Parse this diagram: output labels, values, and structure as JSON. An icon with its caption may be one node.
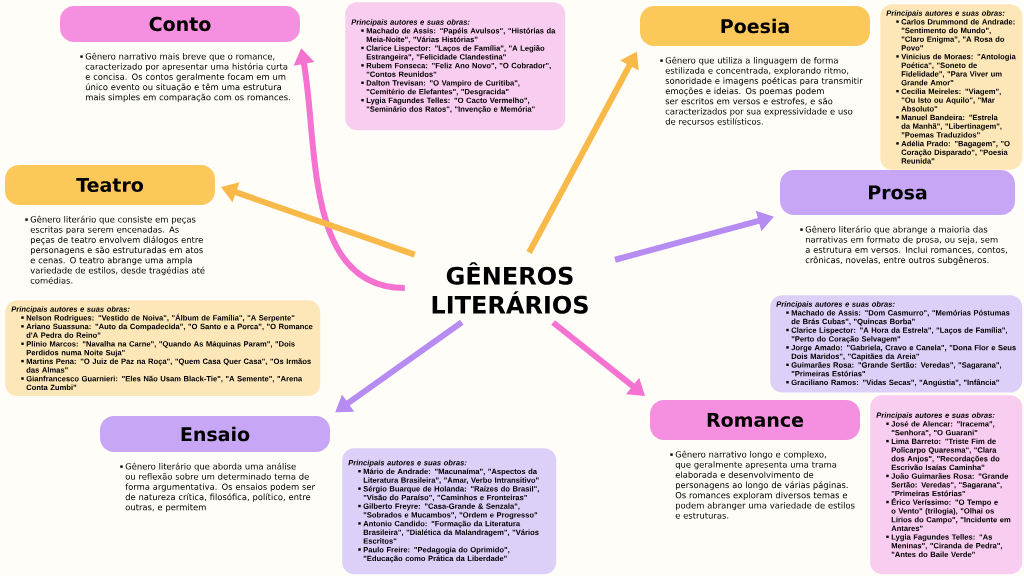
{
  "diagram": {
    "nodes": [
      {
        "text": [
          "Conto"
        ],
        "beside": [
          "Gênero narrativo mais breve que o romance, caracterizado por apresentar uma história curta e concisa. Os contos geralmente focam em um único evento ou situação e têm uma estrutura mais simples em comparação com os romances."
        ]
      },
      {
        "text": [
          "Principais autores e suas obras:",
          "Machado de Assis: \"Papéis Avulsos\", \"Histórias da Meia-Noite\", \"Várias Histórias\"",
          "Clarice Lispector: \"Laços de Família\", \"A Legião Estrangeira\", \"Felicidade Clandestina\"",
          "Rubem Fonseca: \"Feliz Ano Novo\", \"O Cobrador\", \"Contos Reunidos\"",
          "Dalton Trevisan: \"O Vampiro de Curitiba\", \"Cemitério de Elefantes\", \"Desgracida\"",
          "Lygia Fagundes Telles: \"O Cacto Vermelho\", \"Seminário dos Ratos\", \"Invenção e Memória\""
        ]
      },
      {
        "text": [
          "Poesia"
        ],
        "beside": [
          "Gênero que utiliza a linguagem de forma estilizada e concentrada, explorando ritmo, sonoridade e imagens poéticas para transmitir emoções e ideias. Os poemas podem ser escritos em versos e estrofes, e são caracterizados por sua expressividade e uso de recursos estilísticos."
        ]
      },
      {
        "text": [
          "Principais autores e suas obras:",
          "Carlos Drummond de Andrade: \"Sentimento do Mundo\", \"Claro Enigma\", \"A Rosa do Povo\"",
          "Vinicius de Moraes: \"Antologia Poética\", \"Soneto de Fidelidade\", \"Para Viver um Grande Amor\"",
          "Cecília Meireles: \"Viagem\", \"Ou Isto ou Aquilo\", \"Mar Absoluto\"",
          "Manuel Bandeira: \"Estrela da Manhã\", \"Libertinagem\", \"Poemas Traduzidos\"",
          "Adélia Prado: \"Bagagem\", \"O Coração Disparado\", \"Poesia Reunida\""
        ]
      },
      {
        "text": [
          "Teatro"
        ],
        "beside": [
          "Gênero literário que consiste em peças escritas para serem encenadas. As peças de teatro envolvem diálogos entre personagens e são estruturadas em atos e cenas. O teatro abrange uma ampla variedade de estilos, desde tragédias até comédias."
        ]
      },
      {
        "text": [
          "GÊNEROS LITERÁRIOS"
        ]
      },
      {
        "text": [
          "Prosa"
        ],
        "beside": [
          "Gênero literário que abrange a maioria das narrativas em formato de prosa, ou seja, sem a estrutura em versos. Inclui romances, contos, crônicas, novelas, entre outros subgêneros."
        ]
      },
      {
        "text": [
          "Principais autores e suas obras:",
          "Nelson Rodrigues: \"Vestido de Noiva\", \"Álbum de Família\", \"A Serpente\"",
          "Ariano Suassuna: \"Auto da Compadecida\", \"O Santo e a Porca\", \"O Romance d'A Pedra do Reino\"",
          "Plínio Marcos: \"Navalha na Carne\", \"Quando As Máquinas Param\", \"Dois Perdidos numa Noite Suja\"",
          "Martins Pena: \"O Juiz de Paz na Roça\", \"Quem Casa Quer Casa\", \"Os Irmãos das Almas\"",
          "Gianfrancesco Guarnieri: \"Eles Não Usam Black-Tie\", \"A Semente\", \"Arena Conta Zumbi\""
        ]
      },
      {
        "text": [
          "Principais autores e suas obras:",
          "Machado de Assis: \"Dom Casmurro\", \"Memórias Póstumas de Brás Cubas\", \"Quincas Borba\"",
          "Clarice Lispector: \"A Hora da Estrela\", \"Laços de Família\", \"Perto do Coração Selvagem\"",
          "Jorge Amado: \"Gabriela, Cravo e Canela\", \"Dona Flor e Seus Dois Maridos\", \"Capitães da Areia\"",
          "Guimarães Rosa: \"Grande Sertão: Veredas\", \"Sagarana\", \"Primeiras Estórias\"",
          "Graciliano Ramos: \"Vidas Secas\", \"Angústia\", \"Infância\""
        ]
      },
      {
        "text": [
          "Ensaio"
        ],
        "beside": [
          "Gênero literário que aborda uma análise ou reflexão sobre um determinado tema de forma argumentativa. Os ensaios podem ser de natureza crítica, filosófica, político, entre outras, e permitem"
        ]
      },
      {
        "text": [
          "Principais autores e suas obras:",
          "Mário de Andrade: \"Macunaíma\", \"Aspectos da Literatura Brasileira\", \"Amar, Verbo Intransitivo\"",
          "Sérgio Buarque de Holanda: \"Raízes do Brasil\", \"Visão do Paraíso\", \"Caminhos e Fronteiras\"",
          "Gilberto Freyre: \"Casa-Grande & Senzala\", \"Sobrados e Mucambos\", \"Ordem e Progresso\"",
          "Antonio Candido: \"Formação da Literatura Brasileira\", \"Dialética da Malandragem\", \"Vários Escritos\"",
          "Paulo Freire: \"Pedagogia do Oprimido\", \"Educação como Prática da Liberdade\""
        ]
      },
      {
        "text": [
          "Romance"
        ],
        "beside": [
          "Gênero narrativo longo e complexo, que geralmente apresenta uma trama elaborada e desenvolvimento de personagens ao longo de várias páginas. Os romances exploram diversos temas e podem abranger uma variedade de estilos e estruturas."
        ]
      },
      {
        "text": [
          "Principais autores e suas obras:",
          "José de Alencar: \"Iracema\", \"Senhora\", \"O Guarani\"",
          "Lima Barreto: \"Triste Fim de Policarpo Quaresma\", \"Clara dos Anjos\", \"Recordações do Escrivão Isaías Caminha\"",
          "João Guimarães Rosa: \"Grande Sertão: Veredas\", \"Sagarana\", \"Primeiras Estórias\"",
          "Érico Veríssimo: \"O Tempo e o Vento\" (trilogia), \"Olhai os Lírios do Campo\", \"Incidente em Antares\"",
          "Lygia Fagundes Telles: \"As Meninas\", \"Ciranda de Pedra\", \"Antes do Baile Verde\""
        ]
      }
    ],
    "edges": [
      {
        "from": 5,
        "to": 0,
        "arrow": "to",
        "color": "#f472d0"
      },
      {
        "from": 5,
        "to": 2,
        "arrow": "to",
        "color": "#f9b949"
      },
      {
        "from": 5,
        "to": 4,
        "arrow": "to",
        "color": "#f9b949"
      },
      {
        "from": 5,
        "to": 6,
        "arrow": "to",
        "color": "#b68cf2"
      },
      {
        "from": 5,
        "to": 9,
        "arrow": "to",
        "color": "#b68cf2"
      },
      {
        "from": 5,
        "to": 11,
        "arrow": "to",
        "color": "#f472d0"
      }
    ]
  }
}
